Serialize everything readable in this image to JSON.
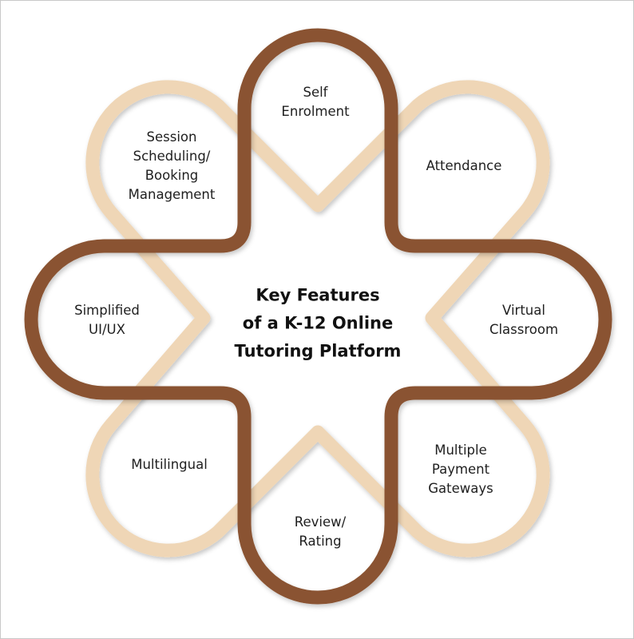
{
  "title": "Key Features\nof a K-12 Online\nTutoring Platform",
  "colors": {
    "dark_ring": "#8a5330",
    "light_ring": "#efd6b6",
    "text": "#1f1f1f"
  },
  "features": [
    {
      "label": "Self\nEnrolment",
      "ring": "dark"
    },
    {
      "label": "Attendance",
      "ring": "light"
    },
    {
      "label": "Virtual\nClassroom",
      "ring": "dark"
    },
    {
      "label": "Multiple\nPayment\nGateways",
      "ring": "light"
    },
    {
      "label": "Review/\nRating",
      "ring": "dark"
    },
    {
      "label": "Multilingual",
      "ring": "light"
    },
    {
      "label": "Simplified\nUI/UX",
      "ring": "dark"
    },
    {
      "label": "Session\nScheduling/\nBooking\nManagement",
      "ring": "light"
    }
  ]
}
